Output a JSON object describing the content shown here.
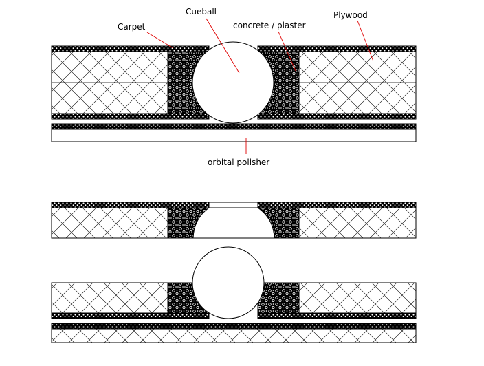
{
  "labels": {
    "cueball": "Cueball",
    "carpet": "Carpet",
    "concrete": "concrete / plaster",
    "plywood": "Plywood",
    "polisher": "orbital polisher"
  },
  "colors": {
    "line": "#000000",
    "leader": "#e00000",
    "fill": "#ffffff"
  }
}
